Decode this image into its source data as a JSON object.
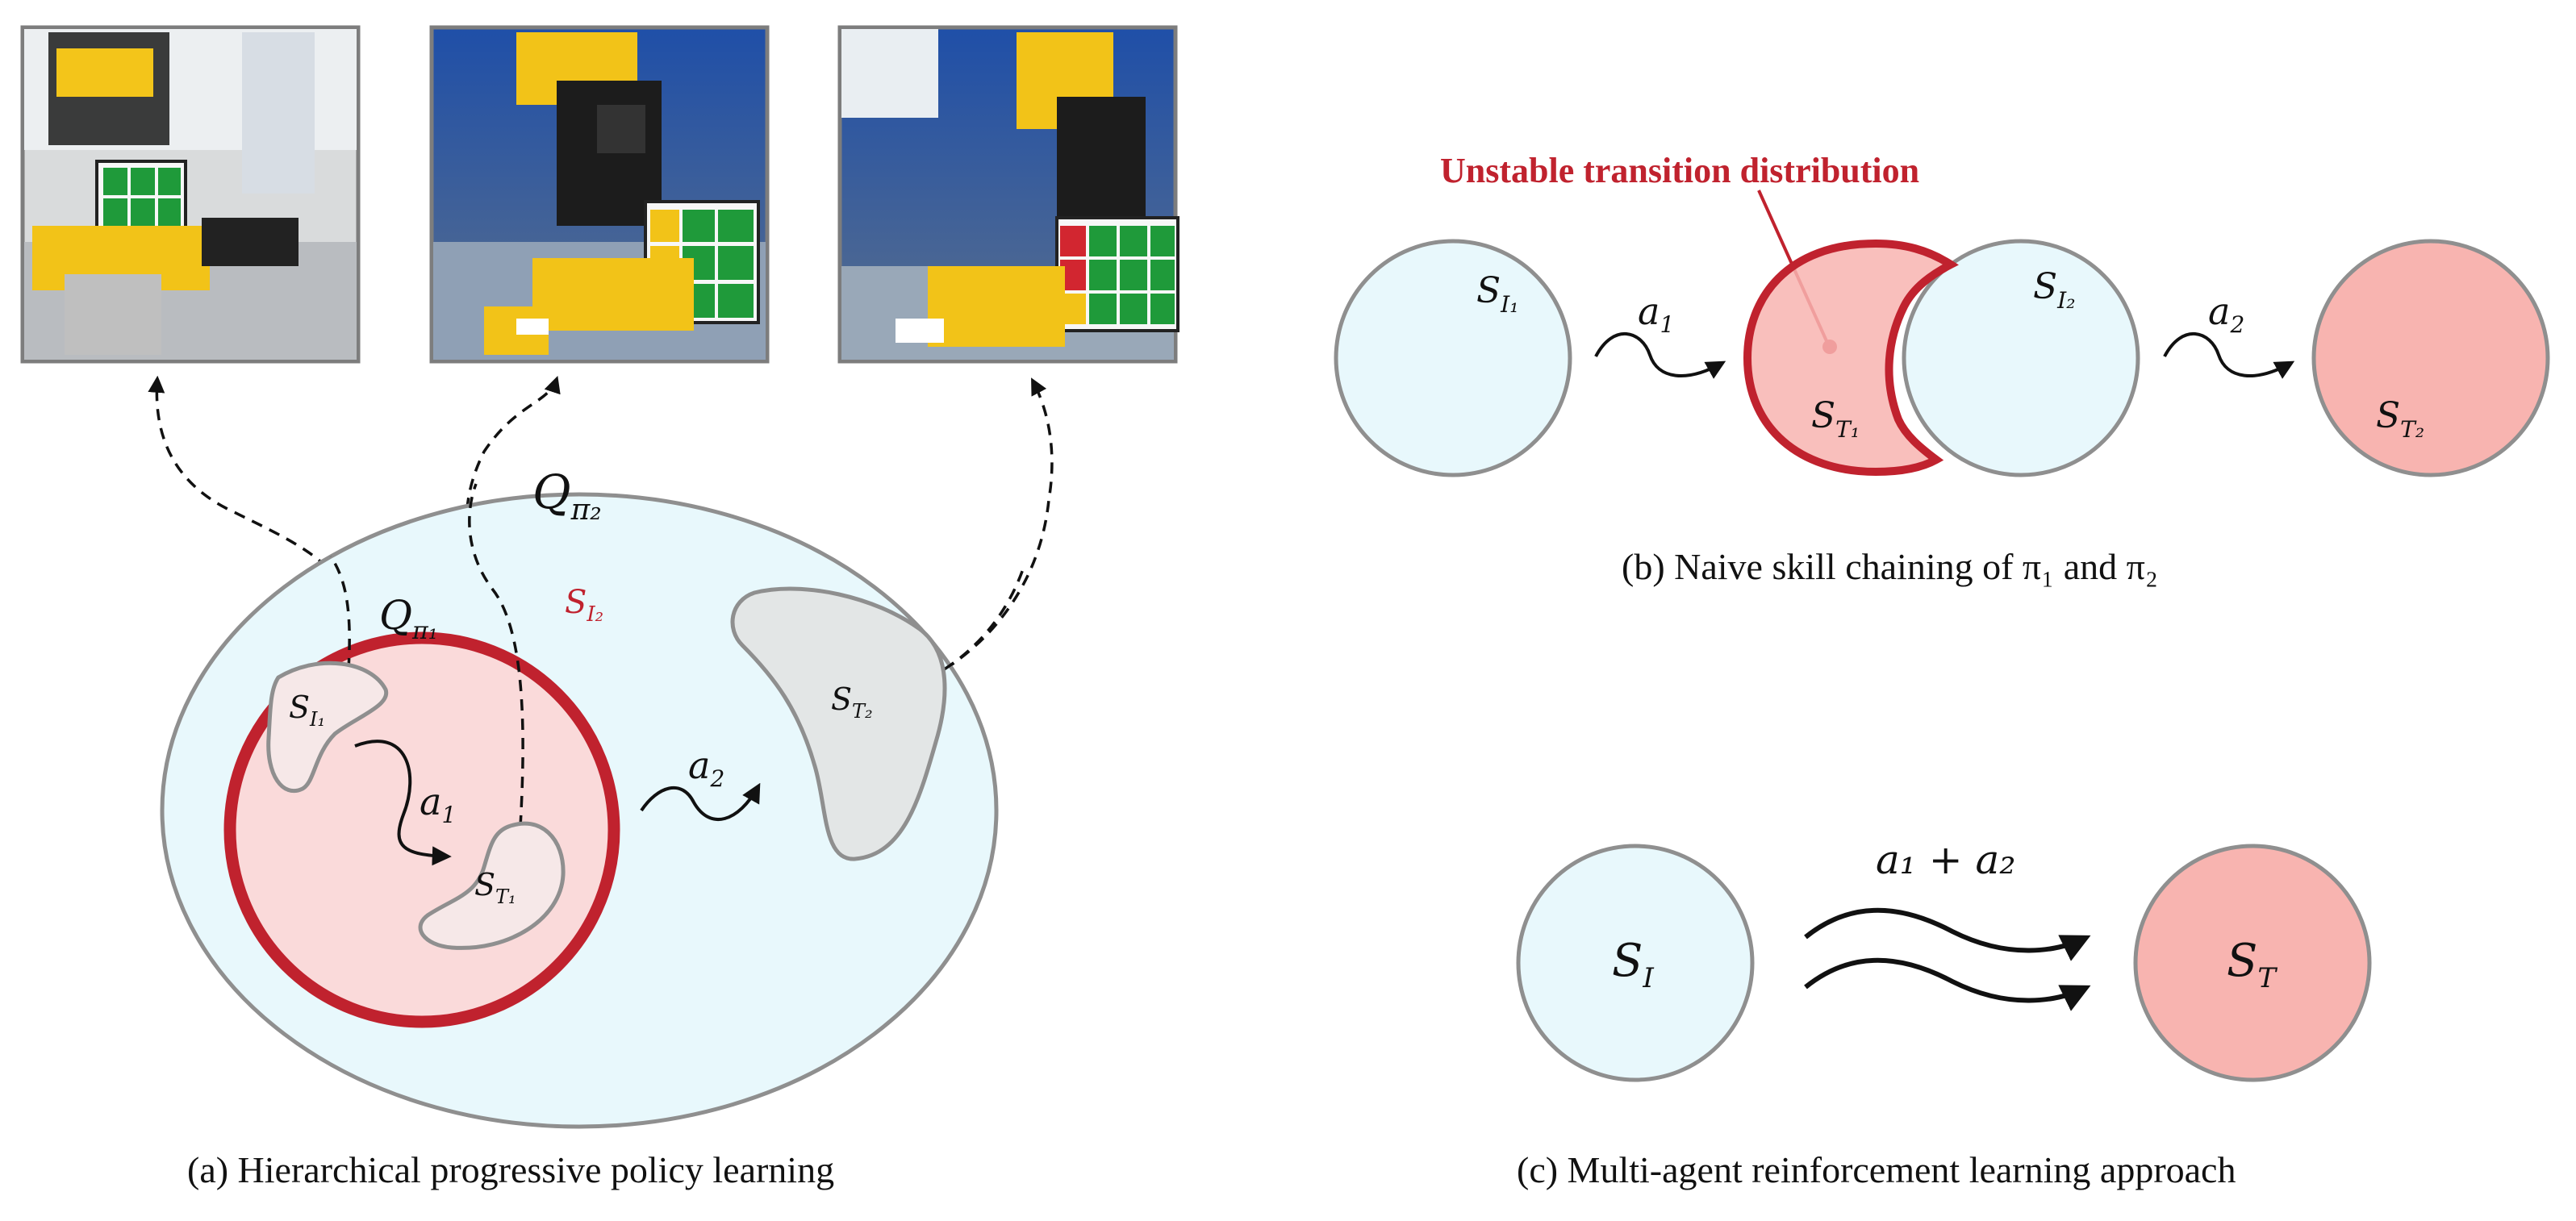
{
  "colors": {
    "light_blue": "#e8f8fc",
    "pink": "#fadada",
    "salmon": "#f8b4b0",
    "red": "#c0222e",
    "gray_outline": "#8f8f8f",
    "gray_blob": "#e3e6e6",
    "light_blob": "#f6e8e8",
    "photo_bg": "#2f5a9a"
  },
  "panel_a": {
    "caption": "(a)  Hierarchical progressive policy learning",
    "q_pi2_base": "Q",
    "q_pi2_sub": "π₂",
    "q_pi1_base": "Q",
    "q_pi1_sub": "π₁",
    "s_i2_base": "S",
    "s_i2_sub": "I₂",
    "s_i1_base": "S",
    "s_i1_sub": "I₁",
    "s_t1_base": "S",
    "s_t1_sub": "T₁",
    "s_t2_base": "S",
    "s_t2_sub": "T₂",
    "a1_base": "a",
    "a1_sub": "1",
    "a2_base": "a",
    "a2_sub": "2",
    "photo_icons": [
      "robot-hand-cube-photo-1",
      "robot-hand-cube-photo-2",
      "robot-hand-cube-photo-3"
    ]
  },
  "panel_b": {
    "caption": "(b) Naive skill chaining of π₁ and π₂",
    "annotation": "Unstable transition distribution",
    "s_i1_base": "S",
    "s_i1_sub": "I₁",
    "s_t1_base": "S",
    "s_t1_sub": "T₁",
    "s_i2_base": "S",
    "s_i2_sub": "I₂",
    "s_t2_base": "S",
    "s_t2_sub": "T₂",
    "a1_base": "a",
    "a1_sub": "1",
    "a2_base": "a",
    "a2_sub": "2"
  },
  "panel_c": {
    "caption": "(c) Multi-agent reinforcement learning approach",
    "action_label": "a₁ + a₂",
    "s_i_base": "S",
    "s_i_sub": "I",
    "s_t_base": "S",
    "s_t_sub": "T"
  }
}
